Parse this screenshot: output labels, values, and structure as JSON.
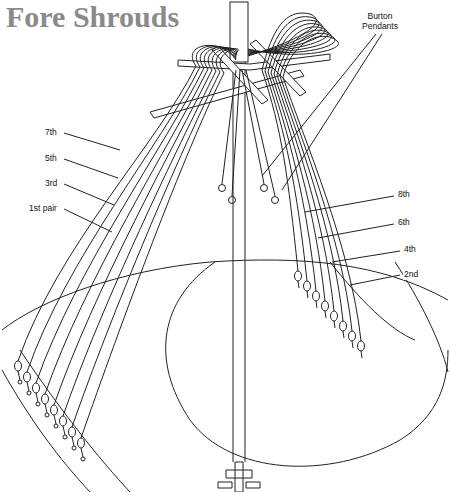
{
  "diagram": {
    "title": "Fore Shrouds",
    "labels": [
      "Burton Pendants",
      "7th",
      "5th",
      "3rd",
      "1st pair",
      "8th",
      "6th",
      "4th",
      "2nd"
    ]
  }
}
